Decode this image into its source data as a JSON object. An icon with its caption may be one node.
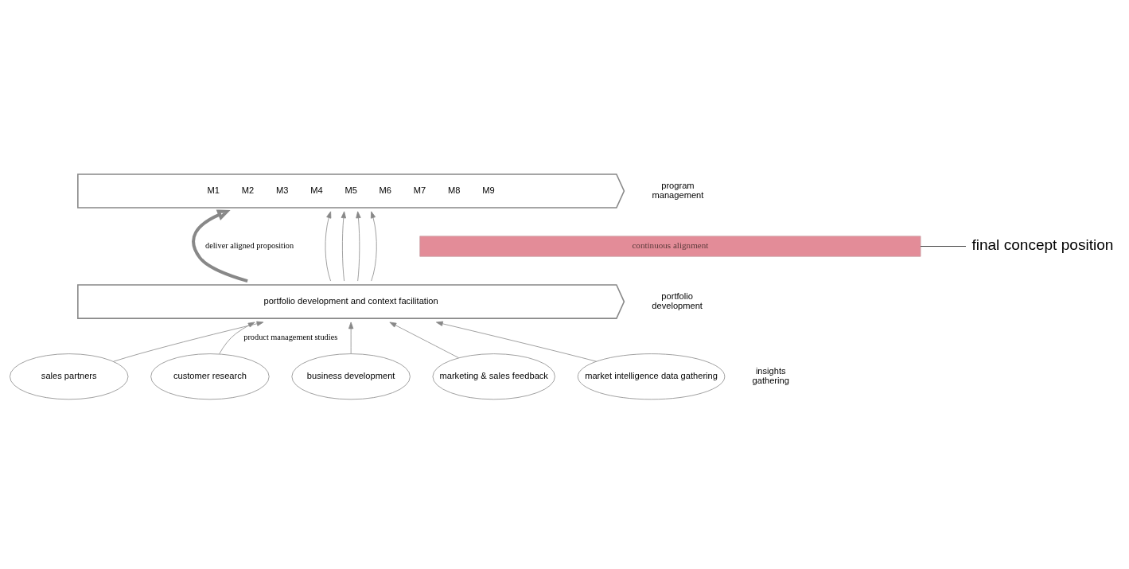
{
  "diagram": {
    "nodes": [
      {
        "text": [
          "M1",
          "M2",
          "M3",
          "M4",
          "M5",
          "M6",
          "M7",
          "M8",
          "M9"
        ]
      },
      {
        "text": [
          "continuous alignment"
        ]
      },
      {
        "text": [
          "final concept position"
        ]
      },
      {
        "text": [
          "portfolio development and context facilitation"
        ]
      },
      {
        "text": [
          "sales partners"
        ]
      },
      {
        "text": [
          "customer research"
        ]
      },
      {
        "text": [
          "business development"
        ]
      },
      {
        "text": [
          "marketing & sales feedback"
        ]
      },
      {
        "text": [
          "market intelligence data gathering"
        ]
      }
    ],
    "edges": [
      {
        "from": 3,
        "to": 0,
        "arrow": "to",
        "label": "deliver aligned proposition",
        "style": "thick"
      },
      {
        "from": 3,
        "to": 0,
        "arrow": "to"
      },
      {
        "from": 3,
        "to": 0,
        "arrow": "to"
      },
      {
        "from": 3,
        "to": 0,
        "arrow": "to"
      },
      {
        "from": 3,
        "to": 0,
        "arrow": "to"
      },
      {
        "from": 2,
        "to": 1,
        "arrow": "none",
        "color": "#111111"
      },
      {
        "from": 4,
        "to": 3,
        "arrow": "to"
      },
      {
        "from": 7,
        "to": 3,
        "arrow": "to"
      },
      {
        "from": 5,
        "to": 3,
        "arrow": "to",
        "label": "product management studies"
      },
      {
        "from": 8,
        "to": 3,
        "arrow": "to"
      },
      {
        "from": 6,
        "to": 3,
        "arrow": "to"
      }
    ],
    "labels": [
      "program management",
      "portfolio development",
      "insights gathering"
    ]
  }
}
